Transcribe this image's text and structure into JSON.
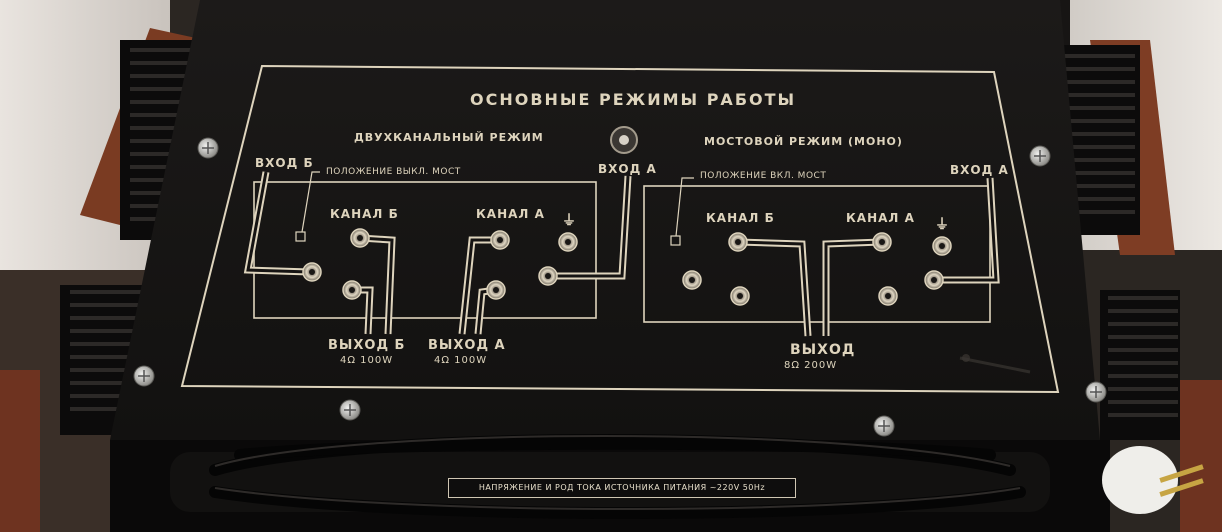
{
  "panel": {
    "title": "ОСНОВНЫЕ РЕЖИМЫ РАБОТЫ",
    "left_mode": {
      "title": "ДВУХКАНАЛЬНЫЙ РЕЖИМ",
      "switch_note": "ПОЛОЖЕНИЕ ВЫКЛ. МОСТ",
      "input_b": "ВХОД Б",
      "input_a": "ВХОД А",
      "channel_b": "КАНАЛ Б",
      "channel_a": "КАНАЛ А",
      "output_b": "ВЫХОД Б",
      "output_b_spec": "4Ω 100W",
      "output_a": "ВЫХОД А",
      "output_a_spec": "4Ω 100W",
      "ground_symbol": "⏚"
    },
    "right_mode": {
      "title": "МОСТОВОЙ РЕЖИМ (МОНО)",
      "switch_note": "ПОЛОЖЕНИЕ ВКЛ. МОСТ",
      "input_a": "ВХОД А",
      "channel_b": "КАНАЛ Б",
      "channel_a": "КАНАЛ А",
      "output": "ВЫХОД",
      "output_spec": "8Ω 200W",
      "ground_symbol": "⏚"
    }
  },
  "power_plate": {
    "text": "НАПРЯЖЕНИЕ И РОД ТОКА ИСТОЧНИКА ПИТАНИЯ  ~220V  50Hz"
  },
  "colors": {
    "panel": "#151312",
    "silkscreen": "#ded4bd",
    "heatsink": "#0c0b0b",
    "wood_ruler": "#7a3b22"
  }
}
